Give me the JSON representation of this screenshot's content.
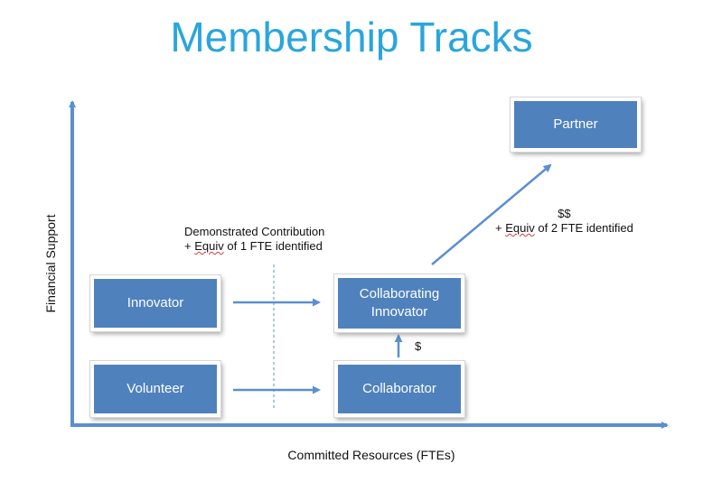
{
  "title": "Membership Tracks",
  "axes": {
    "y_label": "Financial Support",
    "x_label": "Committed Resources (FTEs)"
  },
  "boxes": {
    "innovator": "Innovator",
    "volunteer": "Volunteer",
    "collaborating_innovator_line1": "Collaborating",
    "collaborating_innovator_line2": "Innovator",
    "collaborator": "Collaborator",
    "partner": "Partner"
  },
  "notes": {
    "demonstrated_line1": "Demonstrated Contribution",
    "demonstrated_line2_prefix": "+ ",
    "demonstrated_line2_word": "Equiv",
    "demonstrated_line2_suffix": " of 1 FTE identified",
    "dollar": "$",
    "double_dollar": "$$",
    "partner_line2_prefix": "+ ",
    "partner_line2_word": "Equiv",
    "partner_line2_suffix": " of 2 FTE identified"
  },
  "colors": {
    "title": "#29a6dc",
    "box_fill": "#4f81bd",
    "arrow": "#5b8fd0"
  }
}
